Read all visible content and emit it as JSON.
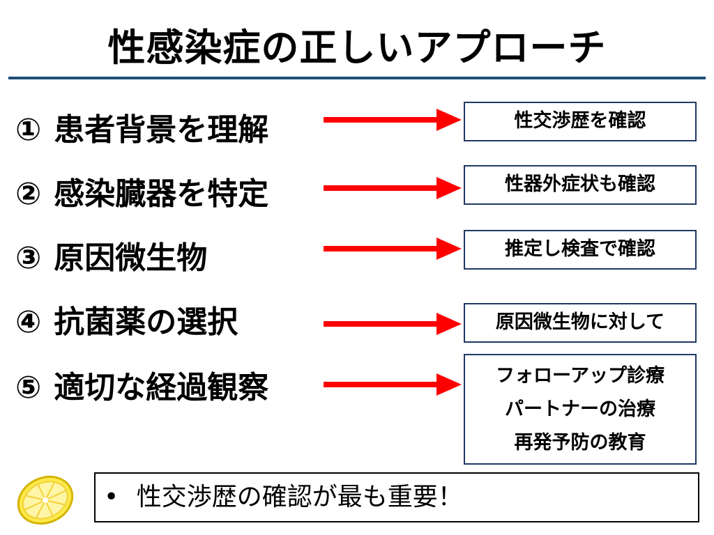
{
  "title": "性感染症の正しいアプローチ",
  "steps": [
    {
      "num": "①",
      "label": "患者背景を理解",
      "note": [
        "性交渉歴を確認"
      ]
    },
    {
      "num": "②",
      "label": "感染臓器を特定",
      "note": [
        "性器外症状も確認"
      ]
    },
    {
      "num": "③",
      "label": "原因微生物",
      "note": [
        "推定し検査で確認"
      ]
    },
    {
      "num": "④",
      "label": "抗菌薬の選択",
      "note": [
        "原因微生物に対して"
      ]
    },
    {
      "num": "⑤",
      "label": "適切な経過観察",
      "note": [
        "フォローアップ診療",
        "パートナーの治療",
        "再発予防の教育"
      ]
    }
  ],
  "summary": {
    "bullet": "•",
    "text": "性交渉歴の確認が最も重要！"
  },
  "colors": {
    "title_rule": "#1f4e79",
    "arrow": "#ff0000",
    "box_border": "#1f3864",
    "lemon": "#ffe94a"
  },
  "icons": {
    "lemon": "lemon-slice-icon"
  }
}
